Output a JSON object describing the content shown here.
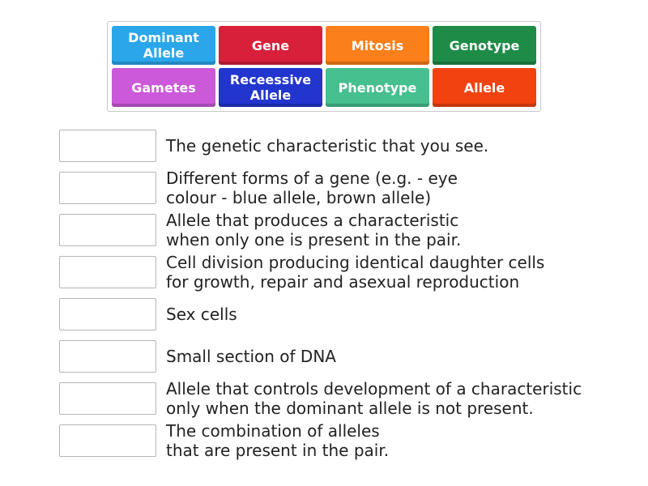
{
  "tiles": [
    {
      "label": "Dominant\nAllele",
      "color": "#2aa6ea"
    },
    {
      "label": "Gene",
      "color": "#d8203a"
    },
    {
      "label": "Mitosis",
      "color": "#fb7f1a"
    },
    {
      "label": "Genotype",
      "color": "#1e8c47"
    },
    {
      "label": "Gametes",
      "color": "#cc59d9"
    },
    {
      "label": "Receessive\nAllele",
      "color": "#2235cf"
    },
    {
      "label": "Phenotype",
      "color": "#45c08e"
    },
    {
      "label": "Allele",
      "color": "#f1420f"
    }
  ],
  "descriptions": [
    "The genetic characteristic that you see.",
    "Different forms of a gene (e.g. - eye\ncolour - blue allele, brown allele)",
    "Allele that produces a characteristic\nwhen only one is present in the pair.",
    "Cell division producing identical daughter cells\nfor growth, repair and asexual reproduction",
    "Sex cells",
    "Small section of DNA",
    "Allele that controls development of a characteristic\nonly when the dominant allele is not present.",
    "The combination of alleles\nthat are present in the pair."
  ]
}
